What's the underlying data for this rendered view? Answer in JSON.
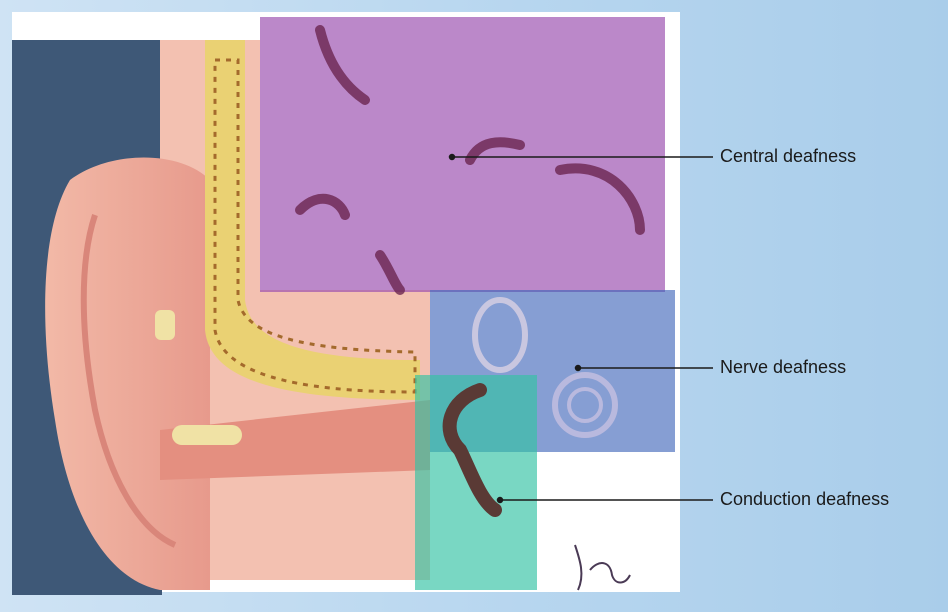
{
  "labels": {
    "central": "Central deafness",
    "nerve": "Nerve deafness",
    "conduction": "Conduction deafness"
  },
  "colors": {
    "central_overlay": "#9b4fb0",
    "nerve_overlay": "#3b63b8",
    "conduction_overlay": "#34c2a4",
    "skin": "#f0b6a6",
    "bone": "#e9cc73",
    "background": "#bcd8ee"
  }
}
